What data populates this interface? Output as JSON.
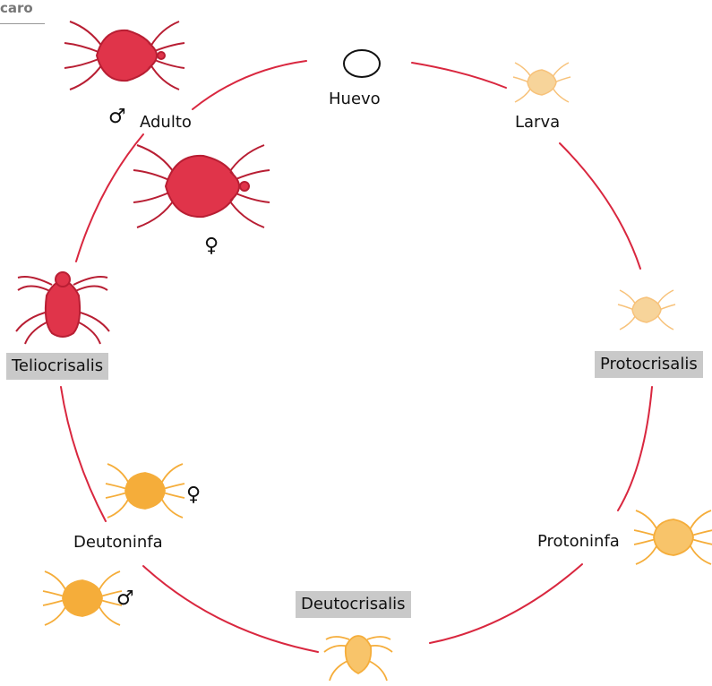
{
  "corner_text": "caro",
  "stages": {
    "huevo": "Huevo",
    "larva": "Larva",
    "protocrisalis": "Protocrisalis",
    "protoninfa": "Protoninfa",
    "deutocrisalis": "Deutocrisalis",
    "deutoninfa": "Deutoninfa",
    "teliocrisalis": "Teliocrisalis",
    "adulto": "Adulto"
  },
  "symbols": {
    "male": "♂",
    "female": "♀"
  },
  "colors": {
    "cycle_line": "#d9273f",
    "adult_red": "#e0344a",
    "adult_red_dark": "#b81e33",
    "nymph_orange": "#f5ad3a",
    "nymph_orange_light": "#f8c46a",
    "larva_pale": "#f7d49a",
    "label_box": "#c9c9c9"
  }
}
